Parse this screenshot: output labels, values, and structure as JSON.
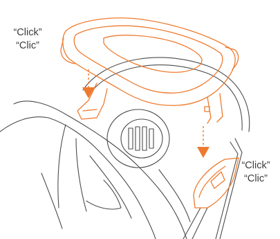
{
  "annotations": {
    "left": {
      "line1": "“Click”",
      "line2": "“Clic”"
    },
    "right": {
      "line1": "“Click”",
      "line2": "“Clic”"
    }
  },
  "colors": {
    "outline": "#4a4a4a",
    "accent": "#ee7a2f",
    "background": "#ffffff"
  }
}
